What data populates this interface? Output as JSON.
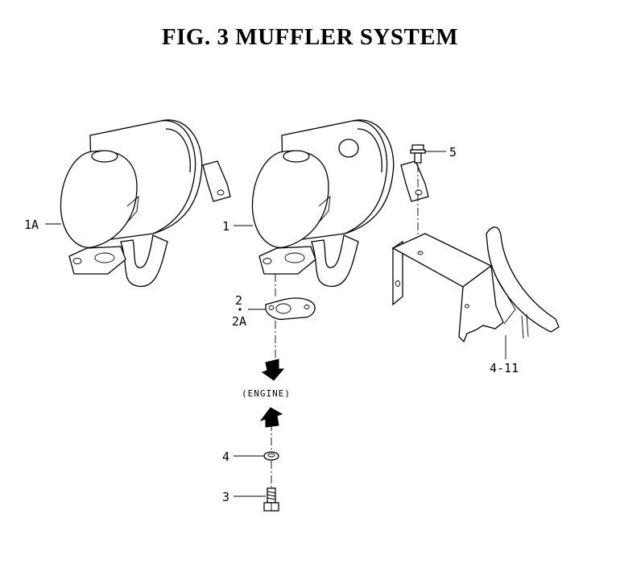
{
  "title": "FIG. 3 MUFFLER SYSTEM",
  "flow_label": "(ENGINE)",
  "callouts": {
    "muffler_alt": "1A",
    "muffler": "1",
    "gasket": "2",
    "gasket_alt": "2A",
    "bolt": "3",
    "washer": "4",
    "bracket_bolt": "5",
    "bracket": "4-11"
  }
}
